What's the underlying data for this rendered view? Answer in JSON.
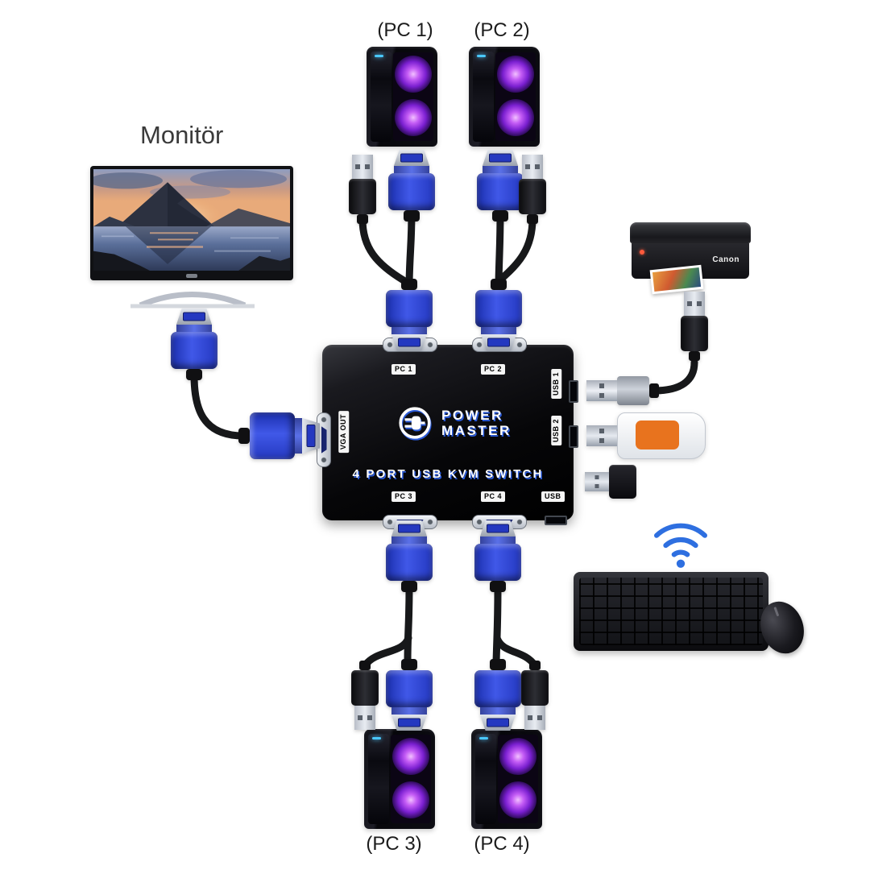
{
  "title": "4 Port USB KVM Switch connection diagram",
  "labels": {
    "pc1": "(PC 1)",
    "pc2": "(PC 2)",
    "pc3": "(PC 3)",
    "pc4": "(PC 4)",
    "monitor": "Monitör"
  },
  "kvm": {
    "brand_top": "POWER",
    "brand_bottom": "MASTER",
    "title": "4 PORT USB KVM SWITCH",
    "port_labels": {
      "pc1": "PC 1",
      "pc2": "PC 2",
      "pc3": "PC 3",
      "pc4": "PC 4",
      "usb": "USB",
      "vga_out": "VGA OUT",
      "usb1": "USB 1",
      "usb2": "USB 2"
    }
  },
  "printer": {
    "brand": "Canon"
  },
  "colors": {
    "vga_blue": "#2e46d4",
    "silver": "#c6cbd4",
    "cable": "#17181a",
    "kvm_body": "#0a0a0c",
    "flash_orange": "#e8731e",
    "wifi_blue": "#2e6fe0",
    "fan_glow": "#b44df0",
    "brand_shadow_blue": "#2a5ad8"
  }
}
